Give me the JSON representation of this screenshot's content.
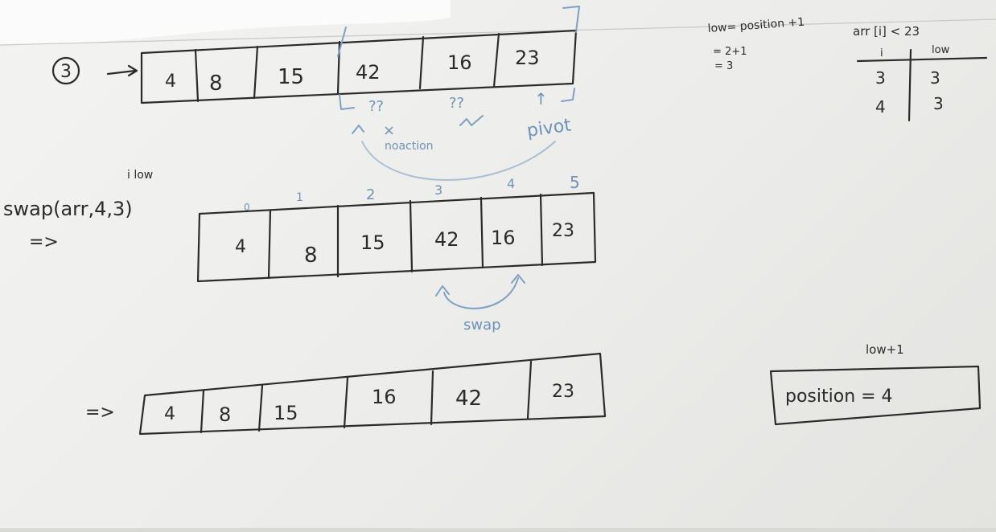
{
  "step": {
    "number": "3"
  },
  "row1": {
    "cells": [
      "4",
      "8",
      "15",
      "42",
      "16",
      "23"
    ],
    "marks": [
      "??",
      "??",
      "↑"
    ],
    "labels": {
      "no_action": "noaction",
      "pivot": "pivot",
      "cross": "×"
    }
  },
  "row2": {
    "indices": [
      "0",
      "1",
      "2",
      "3",
      "4",
      "5"
    ],
    "cells": [
      "4",
      "8",
      "15",
      "42",
      "16",
      "23"
    ],
    "note_i_low": "i low",
    "call": "swap(arr,4,3)",
    "arrow": "=>",
    "swap_label": "swap"
  },
  "row3": {
    "arrow": "=>",
    "cells": [
      "4",
      "8",
      "15",
      "16",
      "42",
      "23"
    ]
  },
  "formula": {
    "line1": "low= position +1",
    "line2": "= 2+1",
    "line3": "= 3"
  },
  "trace": {
    "condition": "arr [i] < 23",
    "col_i": "i",
    "col_low": "low",
    "rows": [
      [
        "3",
        "3"
      ],
      [
        "4",
        "3"
      ]
    ]
  },
  "result": {
    "note": "low+1",
    "text": "position = 4"
  },
  "colors": {
    "ink": "#2b2b2b",
    "blue_ink": "#6f93b8",
    "paper": "#efefed"
  }
}
